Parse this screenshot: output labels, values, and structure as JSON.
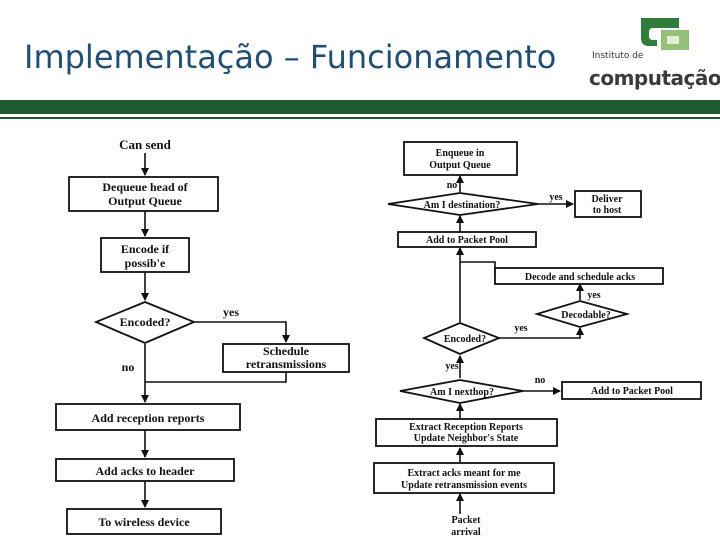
{
  "header": {
    "title": "Implementação – Funcionamento",
    "logo_small": "Instituto de",
    "logo_big": "computação"
  },
  "left": {
    "can_send": "Can send",
    "dequeue_1": "Dequeue head of",
    "dequeue_2": "Output Queue",
    "encode_1": "Encode if",
    "encode_2": "possib'e",
    "encoded_q": "Encoded?",
    "yes": "yes",
    "no": "no",
    "schedule_1": "Schedule",
    "schedule_2": "retransmissions",
    "add_reception": "Add reception reports",
    "add_acks": "Add acks to header",
    "to_wireless": "To wireless device"
  },
  "right": {
    "enqueue_1": "Enqueue in",
    "enqueue_2": "Output Queue",
    "no_top": "no",
    "am_dest": "Am I destination?",
    "yes_dest": "yes",
    "deliver_1": "Deliver",
    "deliver_2": "to host",
    "add_pool_main": "Add to Packet Pool",
    "decode_sched": "Decode and schedule acks",
    "yes_decodable": "yes",
    "decodable_q": "Decodable?",
    "yes_encoded": "yes",
    "encoded_q": "Encoded?",
    "yes_nexthop": "yes",
    "no_nexthop": "no",
    "nexthop_q": "Am I nexthop?",
    "add_pool_side": "Add to Packet Pool",
    "extract_rr_1": "Extract Reception Reports",
    "extract_rr_2": "Update Neighbor's State",
    "extract_acks_1": "Extract acks meant for me",
    "extract_acks_2": "Update retransmission events",
    "packet_1": "Packet",
    "packet_2": "arrival"
  },
  "colors": {
    "title": "#1f4e79",
    "rule": "#1e5a2e",
    "logo_green": "#2e7d3b"
  }
}
